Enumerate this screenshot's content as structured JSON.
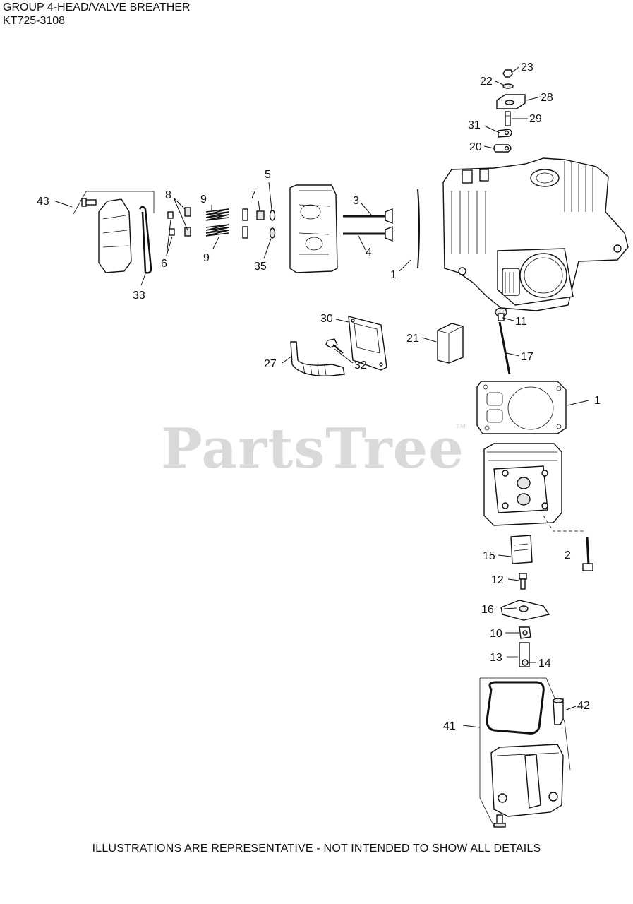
{
  "header": {
    "title_line1": "GROUP 4-HEAD/VALVE BREATHER",
    "title_line2": "KT725-3108"
  },
  "footer": {
    "note": "ILLUSTRATIONS ARE REPRESENTATIVE - NOT INTENDED TO SHOW ALL DETAILS"
  },
  "watermark": {
    "text": "PartsTree",
    "trademark": "™"
  },
  "callouts": [
    {
      "id": "c23",
      "label": "23"
    },
    {
      "id": "c22",
      "label": "22"
    },
    {
      "id": "c28",
      "label": "28"
    },
    {
      "id": "c29",
      "label": "29"
    },
    {
      "id": "c31",
      "label": "31"
    },
    {
      "id": "c20",
      "label": "20"
    },
    {
      "id": "c43",
      "label": "43"
    },
    {
      "id": "c8",
      "label": "8"
    },
    {
      "id": "c9a",
      "label": "9"
    },
    {
      "id": "c9b",
      "label": "9"
    },
    {
      "id": "c6",
      "label": "6"
    },
    {
      "id": "c33",
      "label": "33"
    },
    {
      "id": "c7",
      "label": "7"
    },
    {
      "id": "c5",
      "label": "5"
    },
    {
      "id": "c35",
      "label": "35"
    },
    {
      "id": "c3",
      "label": "3"
    },
    {
      "id": "c4",
      "label": "4"
    },
    {
      "id": "c1a",
      "label": "1"
    },
    {
      "id": "c11",
      "label": "11"
    },
    {
      "id": "c30",
      "label": "30"
    },
    {
      "id": "c21",
      "label": "21"
    },
    {
      "id": "c17",
      "label": "17"
    },
    {
      "id": "c27",
      "label": "27"
    },
    {
      "id": "c32",
      "label": "32"
    },
    {
      "id": "c1b",
      "label": "1"
    },
    {
      "id": "c15",
      "label": "15"
    },
    {
      "id": "c2",
      "label": "2"
    },
    {
      "id": "c12",
      "label": "12"
    },
    {
      "id": "c16",
      "label": "16"
    },
    {
      "id": "c10",
      "label": "10"
    },
    {
      "id": "c13",
      "label": "13"
    },
    {
      "id": "c14",
      "label": "14"
    },
    {
      "id": "c41",
      "label": "41"
    },
    {
      "id": "c42",
      "label": "42"
    }
  ]
}
